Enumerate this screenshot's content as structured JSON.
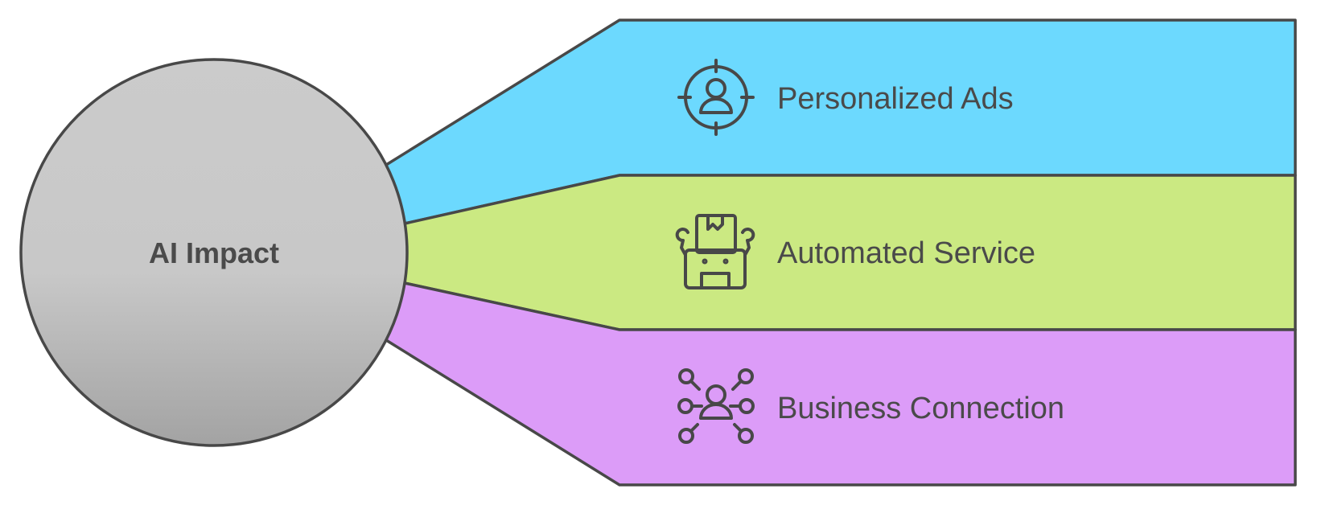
{
  "center": {
    "label": "AI Impact",
    "gradient_top": "#cbcbcb",
    "gradient_bottom": "#a3a3a3"
  },
  "outline_color": "#484848",
  "branches": [
    {
      "label": "Personalized Ads",
      "icon": "target-user-icon",
      "color": "#6cd9fe"
    },
    {
      "label": "Automated Service",
      "icon": "robot-package-icon",
      "color": "#cbe982"
    },
    {
      "label": "Business Connection",
      "icon": "user-network-icon",
      "color": "#dc9cf8"
    }
  ]
}
